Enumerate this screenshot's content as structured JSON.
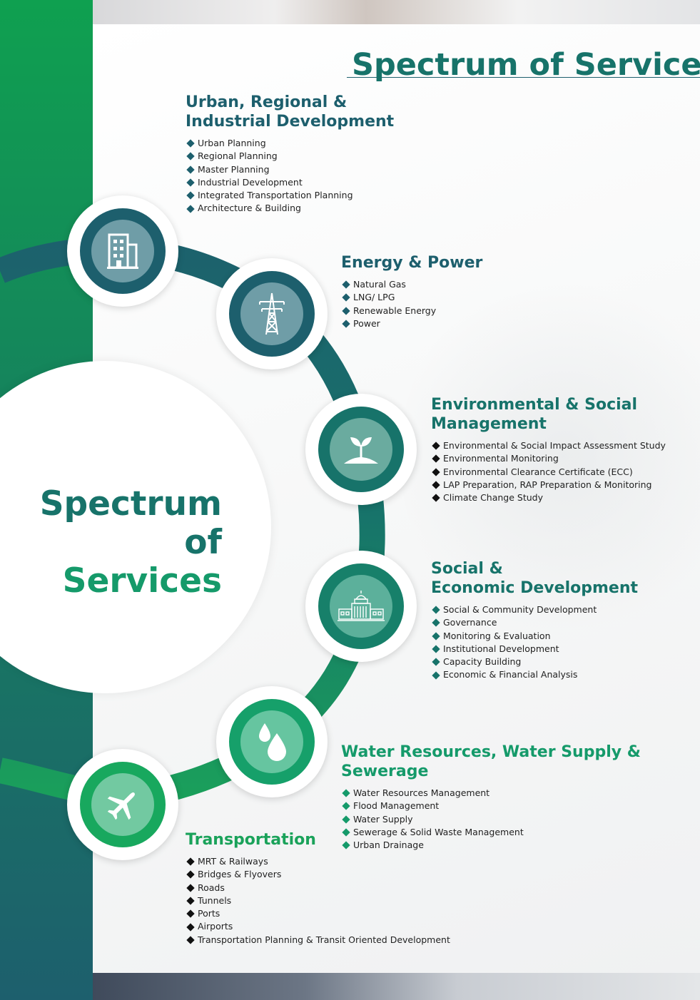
{
  "header": {
    "title": "Spectrum of Services"
  },
  "hero": {
    "title_line1": "Spectrum of",
    "title_line2": "Services"
  },
  "sections": [
    {
      "title_lines": [
        "Urban, Regional &",
        "Industrial Development"
      ],
      "icon": "building-icon",
      "title_color": "#1d5f6d",
      "bullet_color": "#1d5f6d",
      "items": [
        "Urban Planning",
        "Regional Planning",
        "Master Planning",
        "Industrial Development",
        "Integrated Transportation Planning",
        "Architecture & Building"
      ]
    },
    {
      "title_lines": [
        "Energy & Power"
      ],
      "icon": "power-tower-icon",
      "title_color": "#1d5f6d",
      "bullet_color": "#1d5f6d",
      "items": [
        "Natural Gas",
        "LNG/ LPG",
        "Renewable Energy",
        "Power"
      ]
    },
    {
      "title_lines": [
        "Environmental & Social",
        "Management"
      ],
      "icon": "plant-sprout-icon",
      "title_color": "#17736a",
      "bullet_color": "#111111",
      "items": [
        "Environmental & Social Impact Assessment Study",
        "Environmental Monitoring",
        "Environmental Clearance Certificate (ECC)",
        "LAP Preparation, RAP Preparation & Monitoring",
        "Climate Change Study"
      ]
    },
    {
      "title_lines": [
        "Social &",
        "Economic Development"
      ],
      "icon": "government-building-icon",
      "title_color": "#17736a",
      "bullet_color": "#17736a",
      "items": [
        "Social & Community Development",
        "Governance",
        "Monitoring & Evaluation",
        "Institutional Development",
        "Capacity Building",
        "Economic & Financial Analysis"
      ]
    },
    {
      "title_lines": [
        "Water Resources, Water Supply &",
        "Sewerage"
      ],
      "icon": "water-drops-icon",
      "title_color": "#159a6a",
      "bullet_color": "#159a6a",
      "items": [
        "Water Resources Management",
        "Flood Management",
        "Water Supply",
        "Sewerage & Solid Waste Management",
        "Urban Drainage"
      ]
    },
    {
      "title_lines": [
        "Transportation"
      ],
      "icon": "airplane-icon",
      "title_color": "#1aa25a",
      "bullet_color": "#111111",
      "items": [
        "MRT & Railways",
        "Bridges & Flyovers",
        "Roads",
        "Tunnels",
        "Ports",
        "Airports",
        "Transportation Planning & Transit Oriented Development"
      ]
    }
  ],
  "colors": {
    "dark_teal": "#1d5f6d",
    "teal": "#17736a",
    "green": "#159a6a",
    "bright_green": "#1aa25a"
  }
}
